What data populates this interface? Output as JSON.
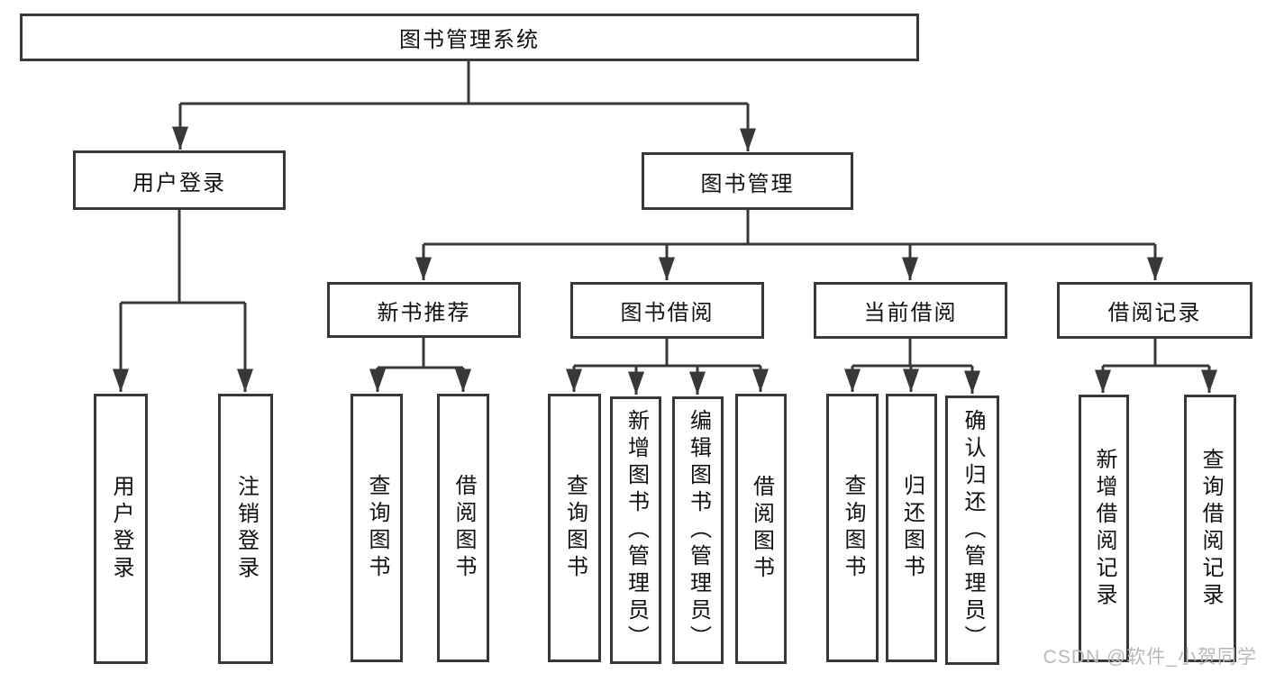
{
  "root": {
    "label": "图书管理系统"
  },
  "branches": [
    {
      "label": "用户登录",
      "leaves": [
        {
          "label": "用户登录"
        },
        {
          "label": "注销登录"
        }
      ]
    },
    {
      "label": "图书管理",
      "groups": [
        {
          "label": "新书推荐",
          "leaves": [
            {
              "label": "查询图书"
            },
            {
              "label": "借阅图书"
            }
          ]
        },
        {
          "label": "图书借阅",
          "leaves": [
            {
              "label": "查询图书"
            },
            {
              "label": "新增图书（管理员）"
            },
            {
              "label": "编辑图书（管理员）"
            },
            {
              "label": "借阅图书"
            }
          ]
        },
        {
          "label": "当前借阅",
          "leaves": [
            {
              "label": "查询图书"
            },
            {
              "label": "归还图书"
            },
            {
              "label": "确认归还（管理员）"
            }
          ]
        },
        {
          "label": "借阅记录",
          "leaves": [
            {
              "label": "新增借阅记录"
            },
            {
              "label": "查询借阅记录"
            }
          ]
        }
      ]
    }
  ],
  "watermark": "CSDN @软件_小贺同学",
  "colors": {
    "line": "#383838",
    "box_border": "#383838",
    "box_fill": "#ffffff",
    "text": "#111111",
    "watermark": "#b9b9b9"
  }
}
